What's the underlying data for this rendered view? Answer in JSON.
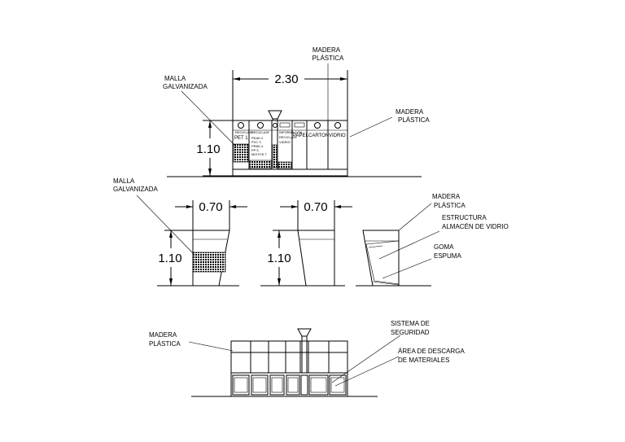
{
  "labels": {
    "top_madera_plastica_top": [
      "MADERA",
      "PLÁSTICA"
    ],
    "top_malla": [
      "MALLA",
      "GALVANIZADA"
    ],
    "top_madera_plastica_right": [
      "MADERA",
      "PLÁSTICA"
    ],
    "side_malla": [
      "MALLA",
      "GALVANIZADA"
    ],
    "side_madera_plastica": [
      "MADERA",
      "PLÁSTICA"
    ],
    "side_estructura": [
      "ESTRUCTURA",
      "ALMACÉN DE VIDRIO"
    ],
    "side_goma": [
      "GOMA",
      "ESPUMA"
    ],
    "rear_madera_plastica": [
      "MADERA",
      "PLÁSTICA"
    ],
    "rear_sistema": [
      "SISTEMA DE",
      "SEGURIDAD"
    ],
    "rear_area": [
      "ÁREA DE DESCARGA",
      "DE MATERIALES"
    ]
  },
  "dimensions": {
    "width_total": "2.30",
    "height_front": "1.10",
    "depth_left": "0.70",
    "depth_right": "0.70",
    "height_side_left": "1.10",
    "height_side_right": "1.10"
  },
  "bins": {
    "pet": "PET 1",
    "pead": [
      "PEAD 2",
      "PVC 3",
      "PEBD 4",
      "PP 5",
      "MIXTOS 7"
    ],
    "papel": "PAPEL",
    "carton": "CARTON",
    "vidrio": "VIDRIO"
  },
  "colors": {
    "line": "#000000",
    "background": "#ffffff"
  }
}
